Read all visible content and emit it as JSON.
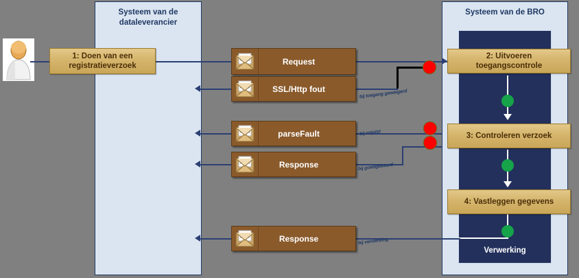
{
  "diagram": {
    "title_hidden": "",
    "lanes": [
      {
        "id": "lane-dataleverancier",
        "label": "Systeem van de\ndataleverancier",
        "label_line1": "Systeem van de",
        "label_line2": "dataleverancier"
      },
      {
        "id": "lane-bro",
        "label": "Systeem van de BRO",
        "label_line1": "Systeem van de BRO",
        "label_line2": ""
      }
    ],
    "band": {
      "label": "Verwerking"
    },
    "actor": {
      "name": "dataleverancier-actor"
    },
    "process_steps": [
      {
        "id": "step-1",
        "label": "1: Doen van een\nregistratieverzoek",
        "line1": "1: Doen van een",
        "line2": "registratieverzoek"
      },
      {
        "id": "step-2",
        "label": "2: Uitvoeren toegangscontrole",
        "line1": "2: Uitvoeren toegangscontrole",
        "line2": ""
      },
      {
        "id": "step-3",
        "label": "3:  Controleren verzoek",
        "line1": "3:  Controleren verzoek",
        "line2": ""
      },
      {
        "id": "step-4",
        "label": "4: Vastleggen gegevens",
        "line1": "4: Vastleggen gegevens",
        "line2": ""
      }
    ],
    "messages": [
      {
        "id": "msg-request",
        "label": "Request"
      },
      {
        "id": "msg-ssl-http-fout",
        "label": "SSL/Http fout"
      },
      {
        "id": "msg-parsefault",
        "label": "parseFault"
      },
      {
        "id": "msg-response-ok",
        "label": "Response"
      },
      {
        "id": "msg-response-verwerking",
        "label": "Response"
      }
    ],
    "conditions": [
      {
        "id": "cond-toegang-geweigerd",
        "label": "bij toegang geweigerd"
      },
      {
        "id": "cond-onjuist",
        "label": "bij onjuist"
      },
      {
        "id": "cond-goedgekeurd",
        "label": "bij goedgekeurd"
      },
      {
        "id": "cond-verwerking",
        "label": "bij verwerking"
      }
    ],
    "colors": {
      "canvas": "#808080",
      "lane_fill": "#dbe5f1",
      "lane_border": "#1f3864",
      "band_fill": "#23305c",
      "process_fill": "#d9bd77",
      "process_border": "#9c7a29",
      "message_fill": "#8a5a2b",
      "message_border": "#5d3c18",
      "connector": "#2b3f73",
      "error_dot": "#ff0000",
      "ok_dot": "#16a34a",
      "text_dark": "#1f3864"
    }
  }
}
